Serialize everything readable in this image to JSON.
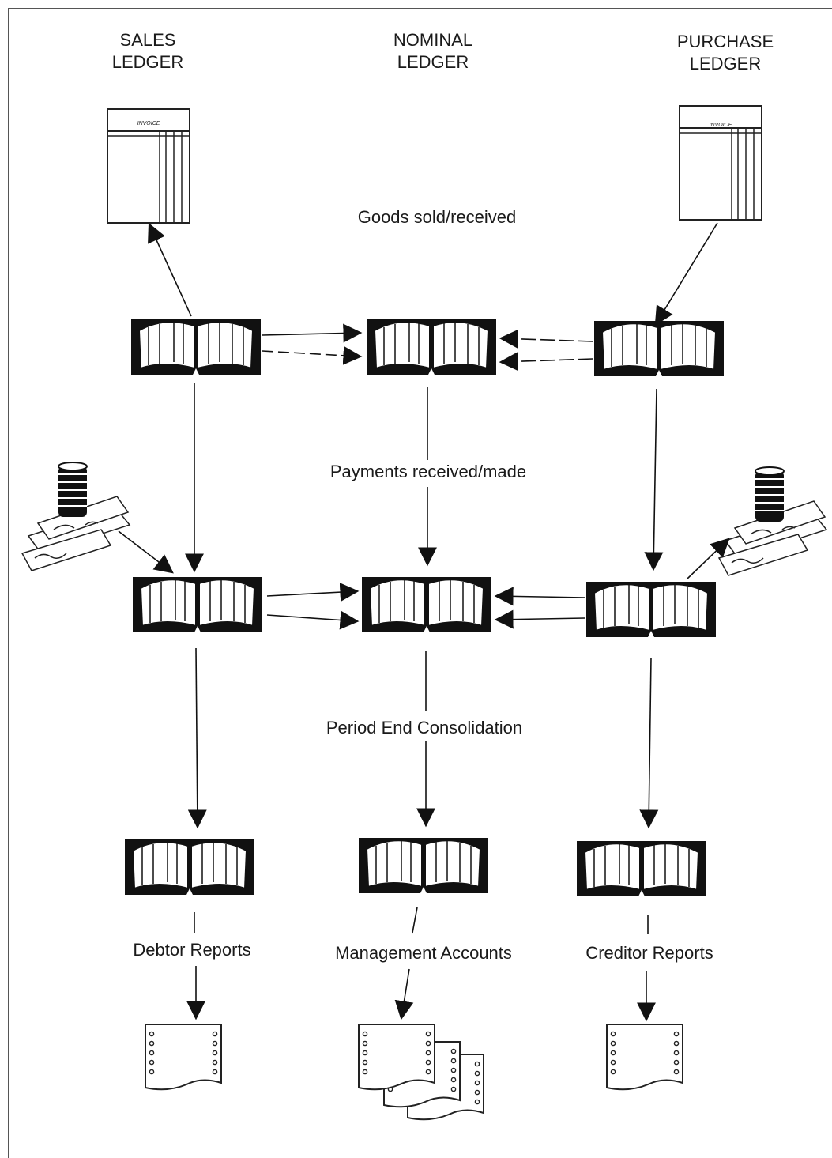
{
  "headers": {
    "sales": [
      "SALES",
      "LEDGER"
    ],
    "nominal": [
      "NOMINAL",
      "LEDGER"
    ],
    "purchase": [
      "PURCHASE",
      "LEDGER"
    ]
  },
  "invoice_label": "INVOICE",
  "stages": {
    "goods": "Goods sold/received",
    "payments": "Payments received/made",
    "period_end": "Period End Consolidation"
  },
  "reports": {
    "debtor": "Debtor Reports",
    "management": "Management Accounts",
    "creditor": "Creditor Reports"
  },
  "colors": {
    "ink": "#111111",
    "paper": "#ffffff",
    "frame": "#555555"
  }
}
